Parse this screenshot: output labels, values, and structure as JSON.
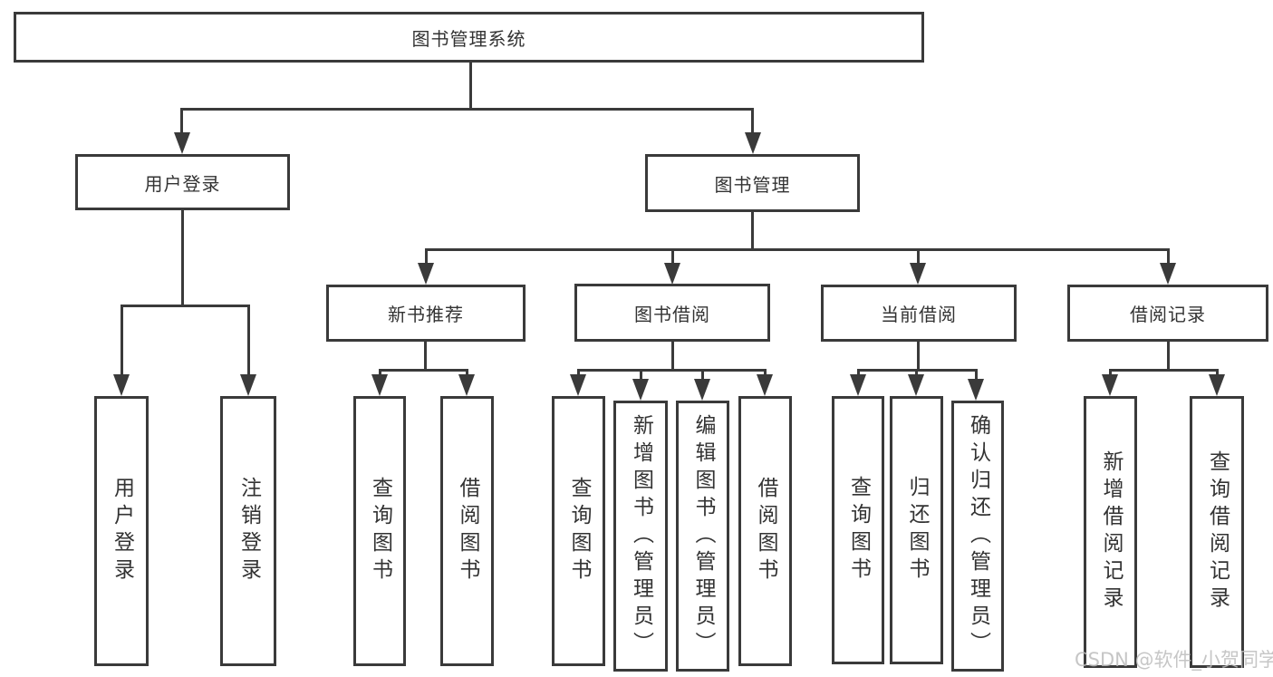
{
  "diagram": {
    "type": "hierarchy-tree",
    "colors": {
      "background": "#ffffff",
      "line": "#3a3a3a",
      "box_border": "#3a3a3a",
      "text": "#333333",
      "watermark": "#bdbdbd"
    },
    "watermark": "CSDN @软件_小贺同学"
  },
  "nodes": {
    "root": "图书管理系统",
    "user_login": "用户登录",
    "book_mgmt": "图书管理",
    "new_books": "新书推荐",
    "book_borrow": "图书借阅",
    "current_borrow": "当前借阅",
    "borrow_records": "借阅记录",
    "leaf_user_login": "用户登录",
    "leaf_logout": "注销登录",
    "leaf_nb_query": "查询图书",
    "leaf_nb_borrow": "借阅图书",
    "leaf_bb_query": "查询图书",
    "leaf_bb_add": "新增图书（管理员）",
    "leaf_bb_edit": "编辑图书（管理员）",
    "leaf_bb_borrow": "借阅图书",
    "leaf_cb_query": "查询图书",
    "leaf_cb_return": "归还图书",
    "leaf_cb_confirm": "确认归还（管理员）",
    "leaf_br_add": "新增借阅记录",
    "leaf_br_query": "查询借阅记录"
  },
  "tree": {
    "label": "图书管理系统",
    "children": [
      {
        "label": "用户登录",
        "children": [
          {
            "label": "用户登录"
          },
          {
            "label": "注销登录"
          }
        ]
      },
      {
        "label": "图书管理",
        "children": [
          {
            "label": "新书推荐",
            "children": [
              {
                "label": "查询图书"
              },
              {
                "label": "借阅图书"
              }
            ]
          },
          {
            "label": "图书借阅",
            "children": [
              {
                "label": "查询图书"
              },
              {
                "label": "新增图书（管理员）"
              },
              {
                "label": "编辑图书（管理员）"
              },
              {
                "label": "借阅图书"
              }
            ]
          },
          {
            "label": "当前借阅",
            "children": [
              {
                "label": "查询图书"
              },
              {
                "label": "归还图书"
              },
              {
                "label": "确认归还（管理员）"
              }
            ]
          },
          {
            "label": "借阅记录",
            "children": [
              {
                "label": "新增借阅记录"
              },
              {
                "label": "查询借阅记录"
              }
            ]
          }
        ]
      }
    ]
  }
}
